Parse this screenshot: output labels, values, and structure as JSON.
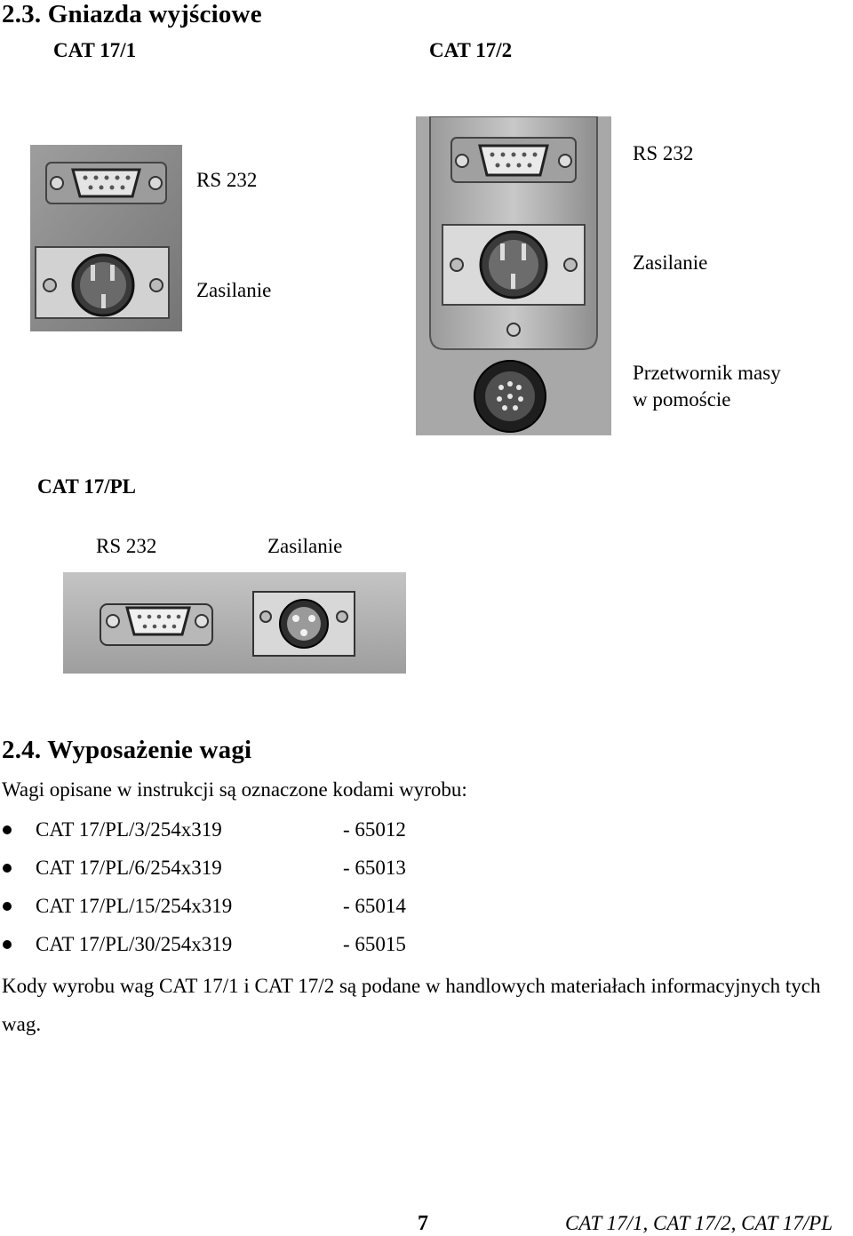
{
  "section_23": {
    "title": "2.3. Gniazda wyjściowe",
    "model_a": {
      "name": "CAT 17/1",
      "labels": [
        "RS 232",
        "Zasilanie"
      ]
    },
    "model_b": {
      "name": "CAT 17/2",
      "labels": [
        "RS 232",
        "Zasilanie",
        "Przetwornik masy",
        "w pomoście"
      ]
    },
    "model_pl": {
      "name": "CAT 17/PL",
      "labels": [
        "RS 232",
        "Zasilanie"
      ]
    }
  },
  "section_24": {
    "title": "2.4. Wyposażenie wagi",
    "intro": "Wagi opisane w instrukcji są oznaczone kodami wyrobu:",
    "items": [
      {
        "code": "CAT 17/PL/3/254x319",
        "num": "- 65012"
      },
      {
        "code": "CAT 17/PL/6/254x319",
        "num": "-  65013"
      },
      {
        "code": "CAT 17/PL/15/254x319",
        "num": "-  65014"
      },
      {
        "code": "CAT 17/PL/30/254x319",
        "num": "-  65015"
      }
    ],
    "paragraph": "Kody wyrobu wag CAT 17/1 i CAT 17/2 są podane w handlowych materiałach informacyjnych tych wag."
  },
  "footer": {
    "page_number": "7",
    "running_title": "CAT 17/1, CAT 17/2, CAT 17/PL"
  }
}
